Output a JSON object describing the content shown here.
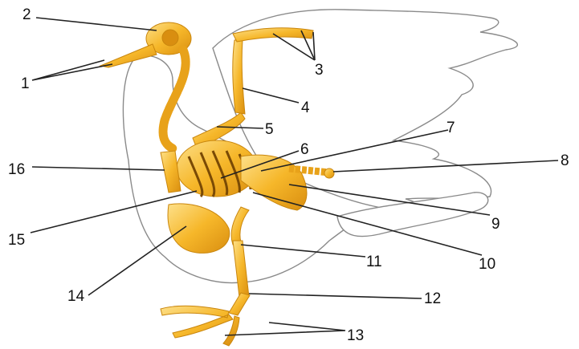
{
  "labels": {
    "l1": "1",
    "l2": "2",
    "l3": "3",
    "l4": "4",
    "l5": "5",
    "l6": "6",
    "l7": "7",
    "l8": "8",
    "l9": "9",
    "l10": "10",
    "l11": "11",
    "l12": "12",
    "l13": "13",
    "l14": "14",
    "l15": "15",
    "l16": "16"
  },
  "colors": {
    "bone": "#f5b82a",
    "bone_light": "#fbd76a",
    "bone_dark": "#c9860d",
    "outline": "#8a8a8a",
    "leader": "#222222"
  }
}
